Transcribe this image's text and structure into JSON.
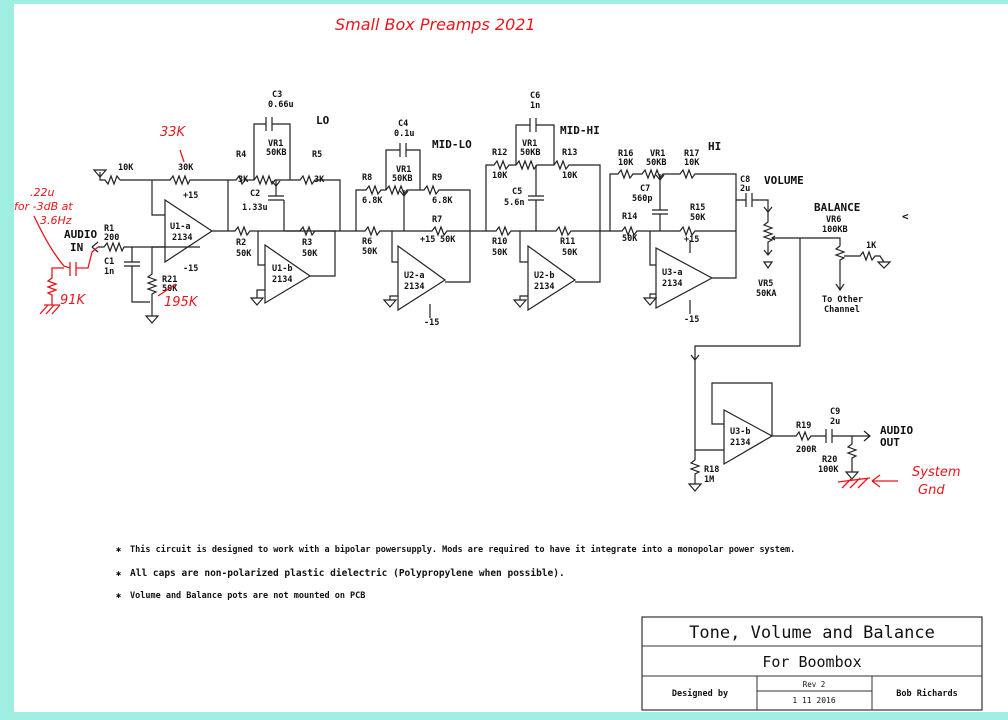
{
  "handwritten": {
    "title": "Small Box Preamps 2021",
    "r_feedback_change": "33K",
    "input_cap": ".22u",
    "input_cap_note_1": "for -3dB at",
    "input_cap_note_2": "3.6Hz",
    "input_resistor": "91K",
    "r21_change": "195K",
    "system_gnd_1": "System",
    "system_gnd_2": "Gnd"
  },
  "labels": {
    "audio_in_1": "AUDIO",
    "audio_in_2": "IN",
    "audio_out_1": "AUDIO",
    "audio_out_2": "OUT",
    "lo": "LO",
    "mid_lo": "MID-LO",
    "mid_hi": "MID-HI",
    "hi": "HI",
    "volume": "VOLUME",
    "balance": "BALANCE",
    "to_other_1": "To Other",
    "to_other_2": "Channel",
    "plus15": "+15",
    "minus15": "-15"
  },
  "components": {
    "r_10k": "10K",
    "r_30k": "30K",
    "R1": "R1",
    "R1v": "200",
    "C1": "C1",
    "C1v": "1n",
    "R21": "R21",
    "R21v": "50K",
    "U1a": "U1-a",
    "U1b": "U1-b",
    "U2a": "U2-a",
    "U2b": "U2-b",
    "U3a": "U3-a",
    "U3b": "U3-b",
    "ic": "2134",
    "C3": "C3",
    "C3v": "0.66u",
    "VR1": "VR1",
    "VR1v": "50KB",
    "R4": "R4",
    "R4v": "3K",
    "R5": "R5",
    "R5v": "3K",
    "C2": "C2",
    "C2v": "1.33u",
    "R2": "R2",
    "R2v": "50K",
    "R3": "R3",
    "R3v": "50K",
    "C4": "C4",
    "C4v": "0.1u",
    "R8": "R8",
    "R8v": "6.8K",
    "R9": "R9",
    "R9v": "6.8K",
    "R6": "R6",
    "R6v": "50K",
    "R7": "R7",
    "R7v": "50K",
    "C6": "C6",
    "C6v": "1n",
    "R12": "R12",
    "R12v": "10K",
    "R13": "R13",
    "R13v": "10K",
    "C5": "C5",
    "C5v": "5.6n",
    "R10": "R10",
    "R10v": "50K",
    "R11": "R11",
    "R11v": "50K",
    "R16": "R16",
    "R16v": "10K",
    "R17": "R17",
    "R17v": "10K",
    "C7": "C7",
    "C7v": "560p",
    "R14": "R14",
    "R14v": "50K",
    "R15": "R15",
    "R15v": "50K",
    "C8": "C8",
    "C8v": "2u",
    "VR5": "VR5",
    "VR5v": "50KA",
    "VR6": "VR6",
    "VR6v": "100KB",
    "r_1k": "1K",
    "R18": "R18",
    "R18v": "1M",
    "R19": "R19",
    "R19v": "200R",
    "C9": "C9",
    "C9v": "2u",
    "R20": "R20",
    "R20v": "100K"
  },
  "notes": [
    "This circuit is designed to work with a bipolar powersupply. Mods are required to have it integrate into a monopolar power system.",
    "All caps are non-polarized plastic dielectric (Polypropylene when possible).",
    "Volume and Balance pots are not mounted on PCB"
  ],
  "note_bullet": "✱",
  "title_block": {
    "title": "Tone, Volume and Balance",
    "subtitle": "For Boombox",
    "designed_by_label": "Designed by",
    "rev": "Rev 2",
    "date": "1 11 2016",
    "designer": "Bob Richards"
  },
  "stray_mark": "<"
}
